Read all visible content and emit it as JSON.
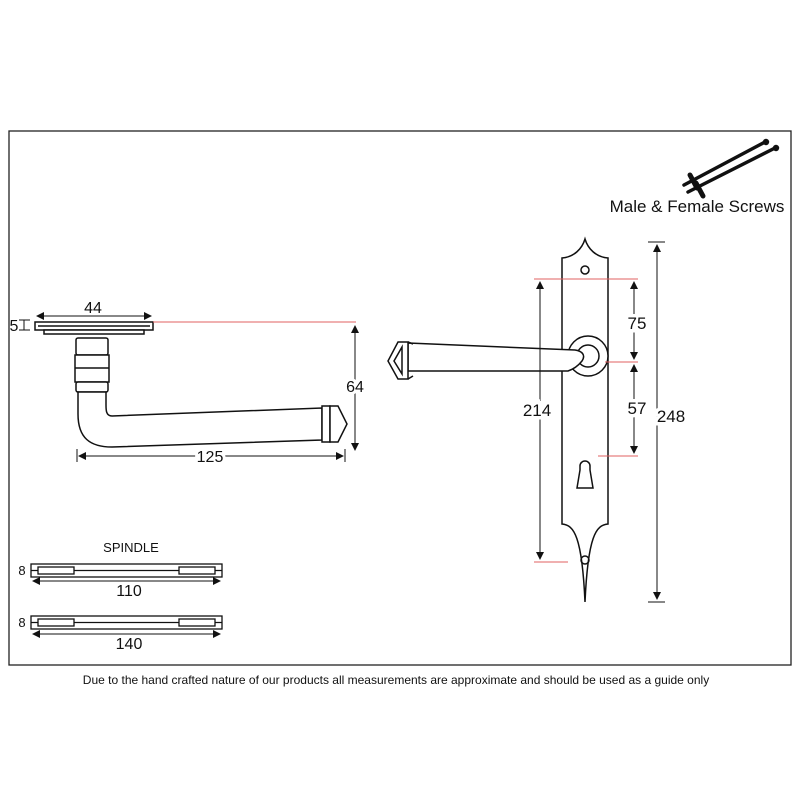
{
  "screws_label": "Male & Female Screws",
  "rose_dims": {
    "width": "44",
    "thickness": "5",
    "height": "64",
    "length": "125"
  },
  "backplate_dims": {
    "top_to_spindle": "75",
    "spindle_to_keyhole": "57",
    "fixing_centres": "214",
    "overall_height": "248"
  },
  "spindle": {
    "title": "SPINDLE",
    "items": [
      {
        "size": "8",
        "length": "110"
      },
      {
        "size": "8",
        "length": "140"
      }
    ]
  },
  "disclaimer": "Due to the hand crafted nature of our products all measurements are approximate and should be used as a guide only",
  "colors": {
    "line": "#111111",
    "guide": "#e06060",
    "frame": "#222222"
  }
}
